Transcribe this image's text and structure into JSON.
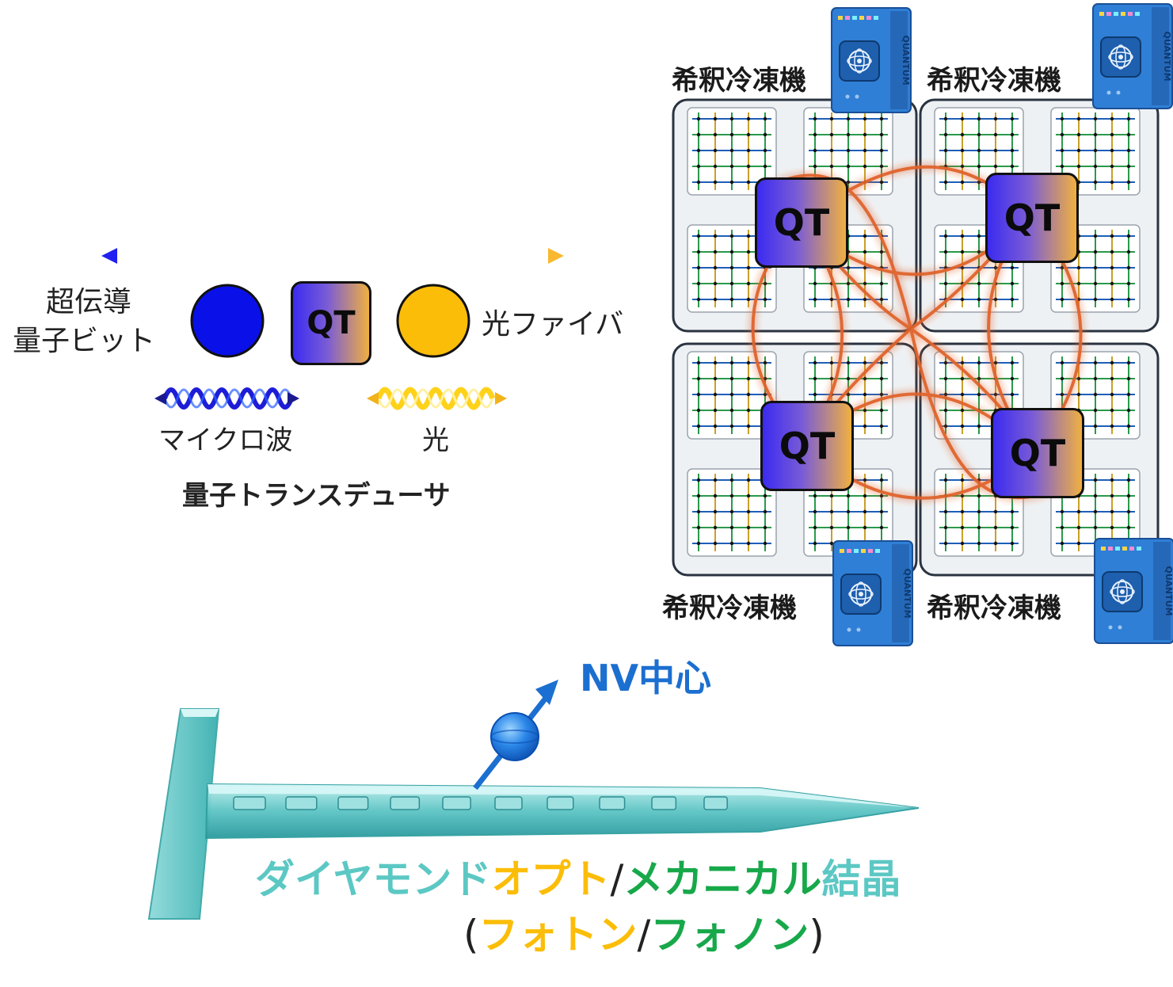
{
  "transducer": {
    "superconducting_label_line1": "超伝導",
    "superconducting_label_line2": "量子ビット",
    "qt_label": "QT",
    "fiber_label": "光ファイバ",
    "microwave_label": "マイクロ波",
    "light_label": "光",
    "title": "量子トランスデューサ"
  },
  "network": {
    "fridge_label": "希釈冷凍機",
    "qt_label": "QT",
    "server_text": "QUANTUM"
  },
  "crystal": {
    "nv_label": "NV中心",
    "title_part1": "ダイヤモンド",
    "title_part2": "オプト",
    "title_sep": "/",
    "title_part3": "メカニカル",
    "title_part4": "結晶",
    "sub_open": "(",
    "sub_part1": "フォトン",
    "sub_sep": "/",
    "sub_part2": "フォノン",
    "sub_close": ")"
  },
  "colors": {
    "blue": "#0a10e8",
    "orange": "#fbbd08",
    "teal": "#5cc8c4",
    "green": "#17a84a",
    "nv_blue": "#1b6fd0",
    "fiber": "#e0622a",
    "server_blue": "#2f7fd6"
  }
}
